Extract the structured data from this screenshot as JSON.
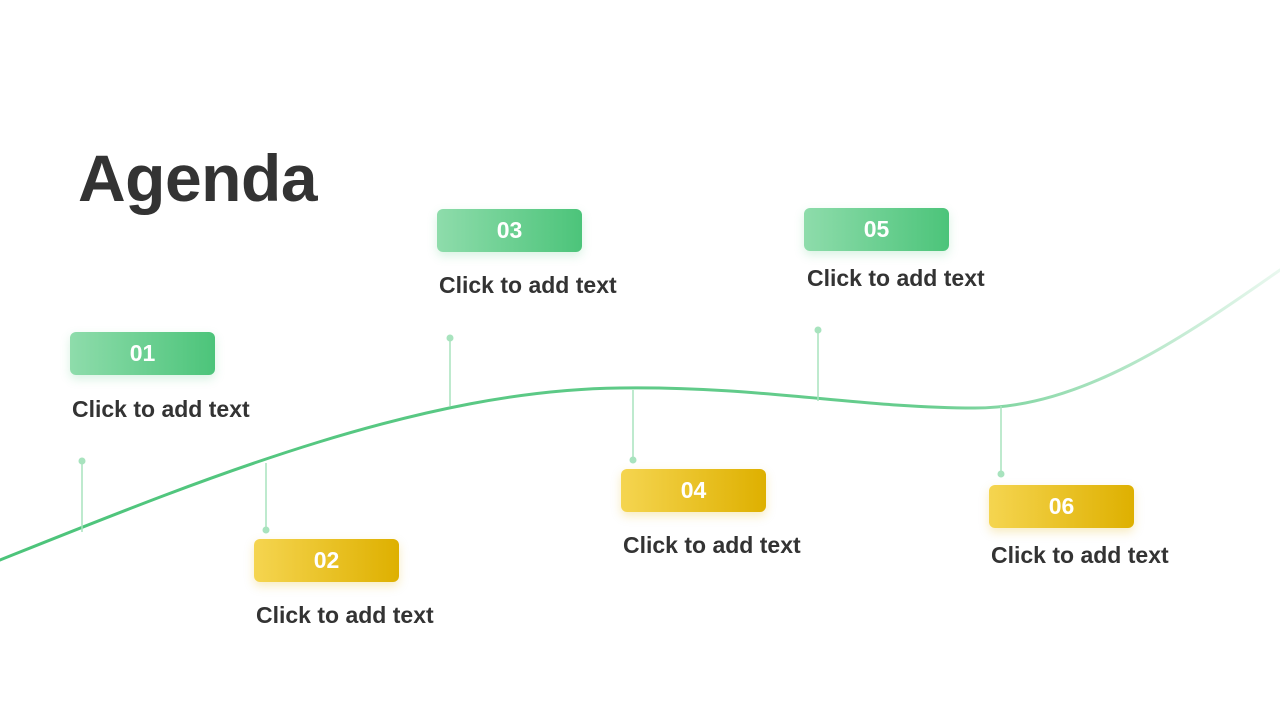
{
  "slide": {
    "title": "Agenda"
  },
  "colors": {
    "curve": "#4cc47a",
    "connector": "#a8e3be",
    "green_badge": "#4cc47a",
    "yellow_badge": "#deb000",
    "text": "#333333"
  },
  "items": [
    {
      "number": "01",
      "text": "Click to add text"
    },
    {
      "number": "02",
      "text": "Click to add text"
    },
    {
      "number": "03",
      "text": "Click to add text"
    },
    {
      "number": "04",
      "text": "Click to add text"
    },
    {
      "number": "05",
      "text": "Click to add text"
    },
    {
      "number": "06",
      "text": "Click to add text"
    }
  ]
}
